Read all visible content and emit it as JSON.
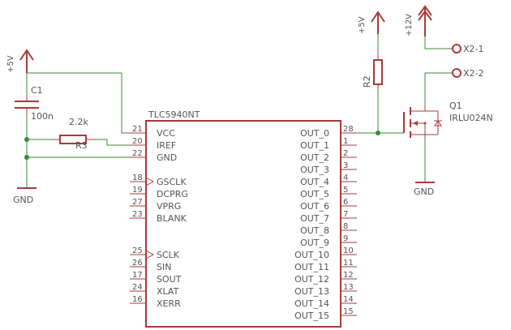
{
  "supplies": {
    "left_vcc": "+5V",
    "r2_vcc": "+5V",
    "v12": "+12V"
  },
  "grounds": {
    "left_gnd": "GND",
    "q1_gnd": "GND"
  },
  "c1": {
    "name": "C1",
    "value": "100n"
  },
  "r3": {
    "name": "R3",
    "value": "2.2k"
  },
  "r2": {
    "name": "R2"
  },
  "q1": {
    "name": "Q1",
    "value": "IRLU024N"
  },
  "connectors": {
    "x2_1": "X2-1",
    "x2_2": "X2-2"
  },
  "ic": {
    "name": "TLC5940NT",
    "left_pins": [
      {
        "num": "21",
        "label": "VCC"
      },
      {
        "num": "20",
        "label": "IREF"
      },
      {
        "num": "22",
        "label": "GND"
      },
      {
        "num": "18",
        "label": "GSCLK"
      },
      {
        "num": "19",
        "label": "DCPRG"
      },
      {
        "num": "27",
        "label": "VPRG"
      },
      {
        "num": "23",
        "label": "BLANK"
      },
      {
        "num": "25",
        "label": "SCLK"
      },
      {
        "num": "26",
        "label": "SIN"
      },
      {
        "num": "17",
        "label": "SOUT"
      },
      {
        "num": "24",
        "label": "XLAT"
      },
      {
        "num": "16",
        "label": "XERR"
      }
    ],
    "right_pins": [
      {
        "num": "28",
        "label": "OUT_0"
      },
      {
        "num": "1",
        "label": "OUT_1"
      },
      {
        "num": "2",
        "label": "OUT_2"
      },
      {
        "num": "3",
        "label": "OUT_3"
      },
      {
        "num": "4",
        "label": "OUT_4"
      },
      {
        "num": "5",
        "label": "OUT_5"
      },
      {
        "num": "6",
        "label": "OUT_6"
      },
      {
        "num": "7",
        "label": "OUT_7"
      },
      {
        "num": "8",
        "label": "OUT_8"
      },
      {
        "num": "9",
        "label": "OUT_9"
      },
      {
        "num": "10",
        "label": "OUT_10"
      },
      {
        "num": "11",
        "label": "OUT_11"
      },
      {
        "num": "12",
        "label": "OUT_12"
      },
      {
        "num": "13",
        "label": "OUT_13"
      },
      {
        "num": "14",
        "label": "OUT_14"
      },
      {
        "num": "15",
        "label": "OUT_15"
      }
    ]
  }
}
